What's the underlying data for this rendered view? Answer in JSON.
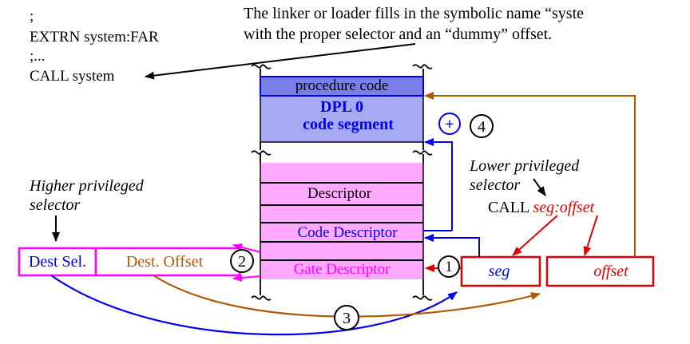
{
  "code_text": {
    "line1": ";",
    "line2": "EXTRN   system:FAR",
    "line3": ";...",
    "line4": "CALL system"
  },
  "linker_note": {
    "line1": "The linker or loader fills in the symbolic name “syste",
    "line2": "with the proper selector and an “dummy” offset."
  },
  "code_segment": {
    "procedure_label": "procedure code",
    "dpl_label": "DPL 0",
    "segment_label": "code segment"
  },
  "descriptor_table": {
    "descriptor_label": "Descriptor",
    "code_descriptor_label": "Code Descriptor",
    "gate_descriptor_label": "Gate Descriptor"
  },
  "higher_privileged": {
    "line1": "Higher privileged",
    "line2": "selector"
  },
  "lower_privileged": {
    "line1": "Lower privileged",
    "line2": "selector"
  },
  "call_instruction": {
    "call_word": "CALL ",
    "operand": "seg:offset"
  },
  "dest_boxes": {
    "sel_label": "Dest Sel.",
    "offset_label": "Dest. Offset"
  },
  "source_boxes": {
    "seg_label": "seg",
    "offset_label": "offset"
  },
  "markers": {
    "step1": "1",
    "step2": "2",
    "step3": "3",
    "step4": "4",
    "plus": "+"
  },
  "colors": {
    "blue": "#0000ee",
    "red": "#dd0000",
    "magenta": "#ff00ff",
    "brown": "#b05a00",
    "segment_fill": "#a6aaf5",
    "procedure_fill": "#7a7ee8",
    "table_fill": "#ffaaff"
  }
}
